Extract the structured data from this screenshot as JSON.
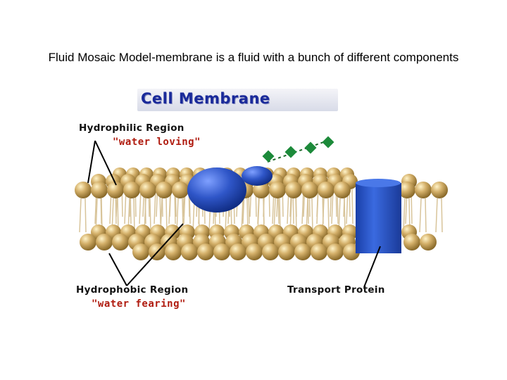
{
  "slide": {
    "title": "Fluid Mosaic Model-membrane is a fluid with a bunch of different components"
  },
  "figure": {
    "heading": "Cell Membrane",
    "labels": {
      "hydrophilic": "Hydrophilic Region",
      "hydrophilic_sub": "\"water loving\"",
      "hydrophobic": "Hydrophobic Region",
      "hydrophobic_sub": "\"water fearing\"",
      "transport": "Transport Protein"
    },
    "colors": {
      "head": "#c9a35a",
      "tail": "#d8c49a",
      "protein": "#2f56c8",
      "channel": "#2a58d0",
      "carbohydrate": "#1c8a3a",
      "heading_text": "#1a2a9a",
      "sub_text": "#b01c10"
    }
  }
}
